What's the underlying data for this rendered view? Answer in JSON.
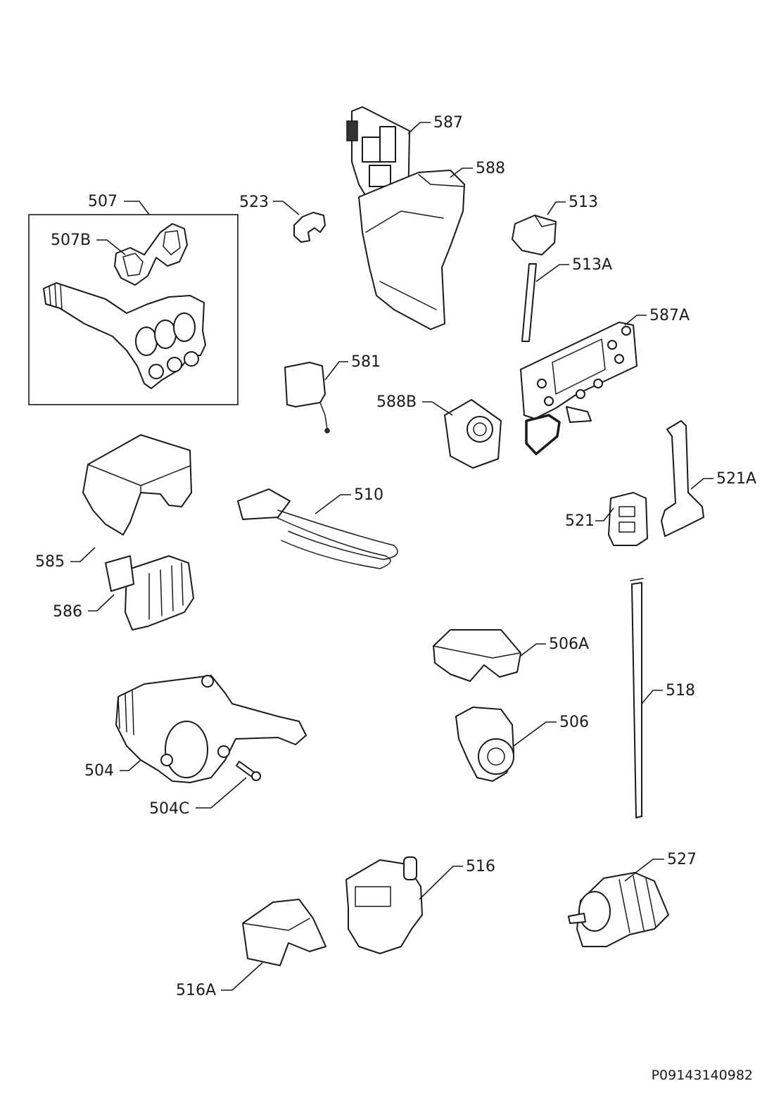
{
  "labels": {
    "l507": "507",
    "l507B": "507B",
    "l523": "523",
    "l587": "587",
    "l588": "588",
    "l513": "513",
    "l513A": "513A",
    "l587A": "587A",
    "l581": "581",
    "l588B": "588B",
    "l510": "510",
    "l521A": "521A",
    "l521": "521",
    "l585": "585",
    "l586": "586",
    "l506A": "506A",
    "l518": "518",
    "l506": "506",
    "l504": "504",
    "l504C": "504C",
    "l516": "516",
    "l527": "527",
    "l516A": "516A"
  },
  "drawing_code": "P09143140982"
}
